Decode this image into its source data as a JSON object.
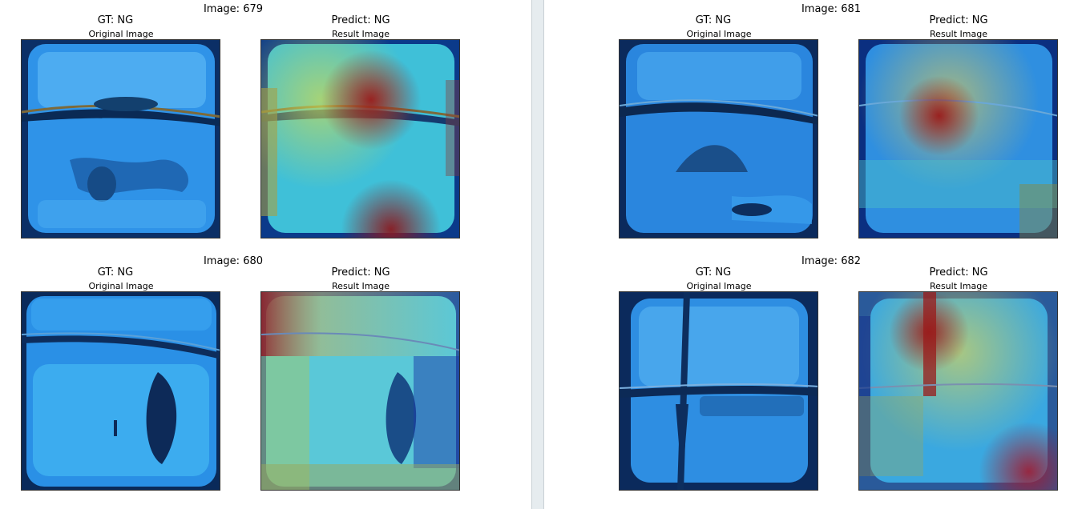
{
  "panels": [
    {
      "image_title": "Image: 679",
      "gt_label": "GT: NG",
      "predict_label": "Predict: NG",
      "original_caption": "Original Image",
      "result_caption": "Result Image"
    },
    {
      "image_title": "Image: 681",
      "gt_label": "GT: NG",
      "predict_label": "Predict: NG",
      "original_caption": "Original Image",
      "result_caption": "Result Image"
    },
    {
      "image_title": "Image: 680",
      "gt_label": "GT: NG",
      "predict_label": "Predict: NG",
      "original_caption": "Original Image",
      "result_caption": "Result Image"
    },
    {
      "image_title": "Image: 682",
      "gt_label": "GT: NG",
      "predict_label": "Predict: NG",
      "original_caption": "Original Image",
      "result_caption": "Result Image"
    }
  ]
}
